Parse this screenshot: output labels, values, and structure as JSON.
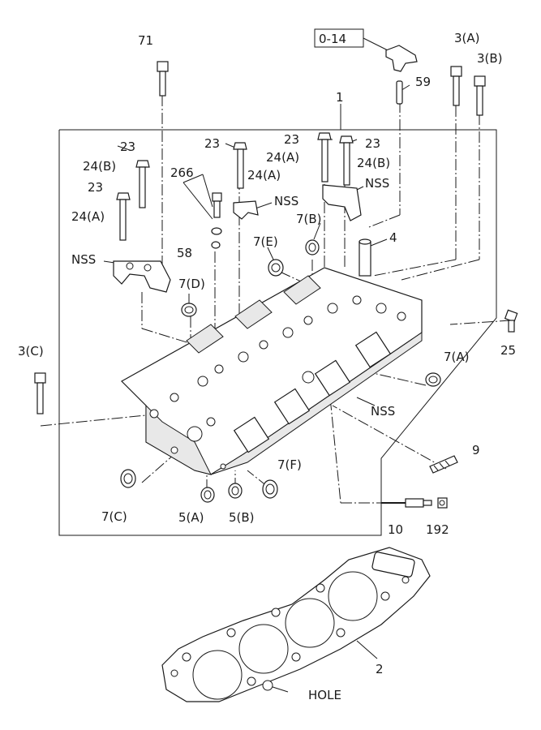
{
  "diagram": {
    "ref_box": "0-14",
    "labels": {
      "l71": "71",
      "l3a": "3(A)",
      "l3b": "3(B)",
      "l59": "59",
      "l1": "1",
      "l23a": "23",
      "l23b": "23",
      "l23c": "23",
      "l23d": "23",
      "l23e": "23",
      "l24b_left": "24(B)",
      "l24a_left": "24(A)",
      "l24a_mid": "24(A)",
      "l24a_top": "24(A)",
      "l24b_top": "24(B)",
      "l266": "266",
      "nss1": "NSS",
      "nss2": "NSS",
      "nss3": "NSS",
      "nss4": "NSS",
      "l58": "58",
      "l7b": "7(B)",
      "l7e": "7(E)",
      "l4": "4",
      "l7d": "7(D)",
      "l25": "25",
      "l3c": "3(C)",
      "l7a": "7(A)",
      "l9": "9",
      "l7f": "7(F)",
      "l7c": "7(C)",
      "l5a": "5(A)",
      "l5b": "5(B)",
      "l10": "10",
      "l192": "192",
      "l2": "2",
      "hole": "HOLE"
    }
  }
}
